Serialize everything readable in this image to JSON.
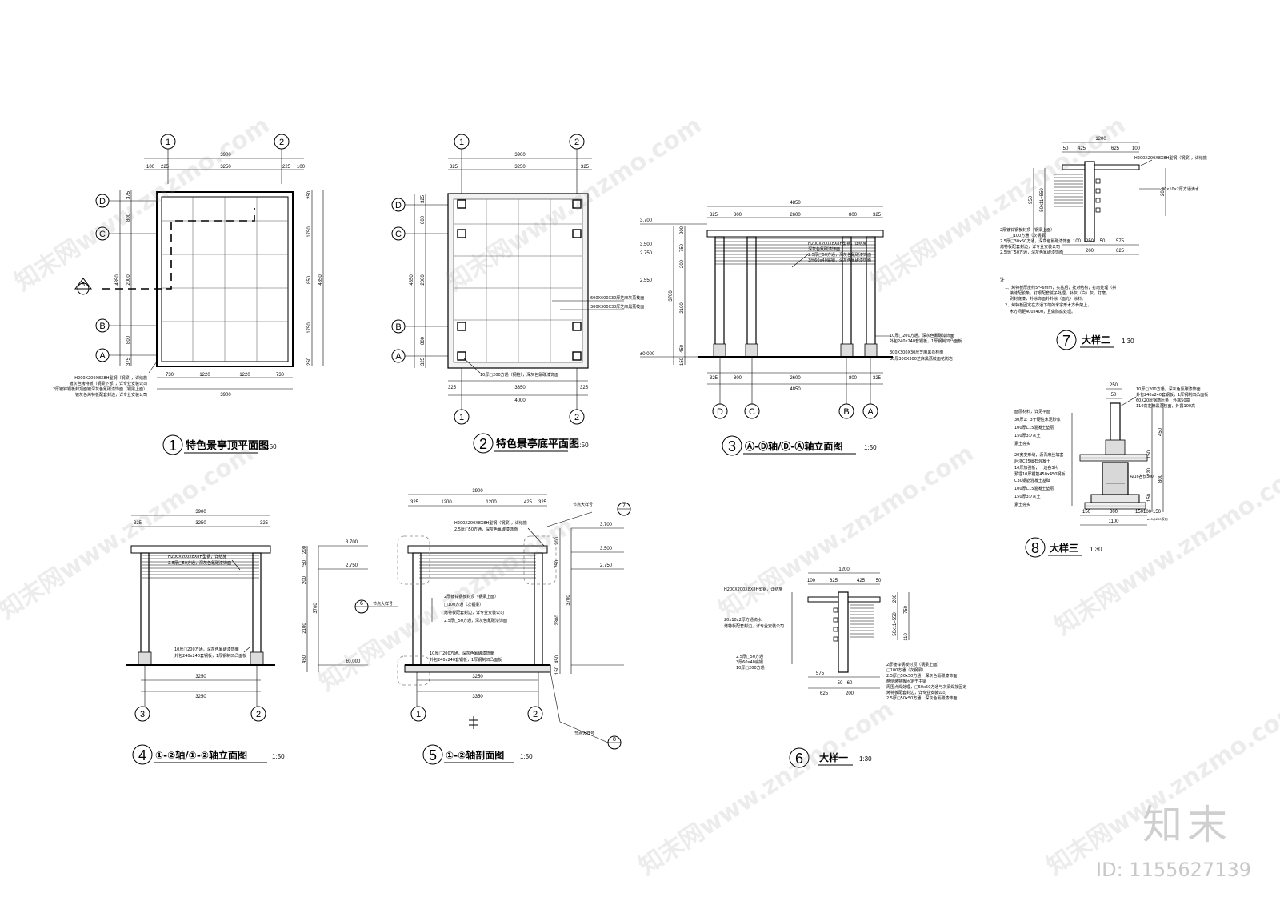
{
  "drawings": [
    {
      "number": "1",
      "title": "特色景亭顶平面图",
      "scale": "1:50"
    },
    {
      "number": "2",
      "title": "特色景亭底平面图",
      "scale": "1:50"
    },
    {
      "number": "3",
      "title": "Ⓐ-Ⓓ轴/Ⓓ-Ⓐ轴立面图",
      "scale": "1:50"
    },
    {
      "number": "4",
      "title": "①-②轴/①-②轴立面图",
      "scale": "1:50"
    },
    {
      "number": "5",
      "title": "①-②轴剖面图",
      "scale": "1:50"
    },
    {
      "number": "6",
      "title": "大样一",
      "scale": "1:30"
    },
    {
      "number": "7",
      "title": "大样二",
      "scale": "1:30"
    },
    {
      "number": "8",
      "title": "大样三",
      "scale": "1:30"
    }
  ],
  "axes": {
    "one": "1",
    "two": "2",
    "three": "3",
    "A": "A",
    "B": "B",
    "C": "C",
    "D": "D"
  },
  "plan1": {
    "dims_top": [
      "3900",
      "100",
      "225",
      "3250",
      "225",
      "100"
    ],
    "dims_bottom": [
      "730",
      "1220",
      "1220",
      "730",
      "3900"
    ],
    "dims_left": [
      "375",
      "800",
      "2000",
      "800",
      "375",
      "4850"
    ],
    "dims_right": [
      "250",
      "1750",
      "850",
      "1750",
      "250",
      "4850"
    ],
    "section_mark": "5",
    "notes": [
      "H200X200X8X8H型钢（钢梁），详结施",
      "镀灰色烤特板（钢梁下部），详专业安装公司",
      "2厚镀锌钢板封顶面镀深灰色氟碳漆饰面（钢梁上面）",
      "镀灰色烤特板配套封边，详专业安装公司"
    ]
  },
  "plan2": {
    "dims_top": [
      "3900",
      "325",
      "3250",
      "325"
    ],
    "dims_bottom": [
      "325",
      "3350",
      "325",
      "4000"
    ],
    "dims_left": [
      "325",
      "800",
      "2000",
      "800",
      "325",
      "4850"
    ],
    "notes": [
      "600X600X30厚芝麻灰荔枝面",
      "300X300X30厚芝麻黑荔枝面",
      "10厚□200方通（钢柱），深灰色氟碳漆饰面"
    ]
  },
  "elev3": {
    "dims_top": [
      "4850",
      "325",
      "800",
      "2600",
      "800",
      "325"
    ],
    "dims_bottom": [
      "325",
      "800",
      "2600",
      "800",
      "325",
      "4850"
    ],
    "levels": [
      "3.700",
      "3.500",
      "2.750",
      "2.550",
      "±0.000"
    ],
    "dims_v": [
      "200",
      "750",
      "200",
      "3700",
      "2100",
      "450",
      "150"
    ],
    "notes": [
      "H200X200X8X8H型钢，详结施",
      "深灰色氟碳漆饰面",
      "2.5厚□50方通，深灰色氟碳漆饰面",
      "3厚60x40扁钢，深灰色氟碳漆饰面",
      "10厚□200方通，深灰色氟碳漆饰面",
      "外包240x240套钢板，1厚钢制凹凸面板",
      "300X300X30厚芝麻黑荔枝面",
      "30厚300X300芝麻黑荔枝面花岗岩"
    ]
  },
  "elev4": {
    "dims_top": [
      "3900",
      "325",
      "3250",
      "325"
    ],
    "dims_bottom": [
      "3250",
      "3250"
    ],
    "levels": [
      "3.700",
      "2.750",
      "±0.000"
    ],
    "dims_v": [
      "200",
      "750",
      "200",
      "3700",
      "2100",
      "450"
    ],
    "notes": [
      "H200X200X8X8H型钢，详结施",
      "2.5厚□50方通，深灰色氟碳漆饰面",
      "10厚□200方通，深灰色氟碳漆饰面",
      "外包240x240套钢板，1厚钢制凹凸面板"
    ]
  },
  "sect5": {
    "dims_top": [
      "3900",
      "325",
      "1200",
      "1200",
      "425",
      "325"
    ],
    "dims_bottom": [
      "3250",
      "3350"
    ],
    "levels": [
      "3.700",
      "3.500",
      "2.750"
    ],
    "dims_v": [
      "200",
      "750",
      "3700",
      "2300",
      "450",
      "150"
    ],
    "detail_ref_6": "6",
    "detail_ref_7": "7",
    "detail_ref_8": "8",
    "ref_label": "节点大样号",
    "notes": [
      "H200X200X8X8H型钢（钢梁），详结施",
      "2.5厚□50方通，深灰色氟碳漆饰面",
      "2厚镀锌钢板封顶（钢梁上面）",
      "□100方通（次钢梁）",
      "烤特板配套封边，详专业安装公司",
      "2.5厚□50方通，深灰色氟碳漆饰面",
      "10厚□200方通，深灰色氟碳漆饰面",
      "外包240x240套钢板，1厚钢制凹凸面板"
    ]
  },
  "detail6": {
    "dims_top": [
      "1200",
      "100",
      "625",
      "425",
      "50"
    ],
    "dims_bottom": [
      "575",
      "50",
      "60",
      "625",
      "200"
    ],
    "dims_v": [
      "200",
      "750",
      "50x11=550",
      "110"
    ],
    "notes_left": [
      "H200X200X8X8H型钢，详结施",
      "20x10x2厚方通滴水",
      "烤特板配套封边，详专业安装公司",
      "2.5厚□50方通",
      "3厚60x40扁钢",
      "10厚□200方通"
    ],
    "notes_right": [
      "2厚镀锌钢板封顶（钢梁上面）",
      "□100方通（次钢梁）",
      "2.5厚□50x50方通，深灰色氟碳漆饰面",
      "两侧烤特板固定于主梁",
      "周围点焊处理，□50x50方通与次梁焊接固定",
      "烤特板配套封边，详专业安装公司",
      "2.5厚□50x50方通，深灰色氟碳漆饰面"
    ]
  },
  "detail7": {
    "dims_top": [
      "1200",
      "50",
      "425",
      "625",
      "100"
    ],
    "dims_bottom": [
      "100",
      "250",
      "50",
      "575",
      "200",
      "625"
    ],
    "dims_v": [
      "50x11=550",
      "950",
      "200"
    ],
    "notes": [
      "H200X200X8X8H型钢（钢梁），详结施",
      "20x10x2厚方通滴水",
      "2厚镀锌钢板封顶（钢梁上面）",
      "□100方通（次钢梁）",
      "2.5厚□30x50方通，深灰色氟碳漆饰面",
      "烤特板配套封边，详专业安装公司",
      "2.5厚□50方通，深灰色氟碳漆饰面"
    ],
    "remarks_title": "注：",
    "remarks": [
      "1、烤特板厚度约5～6mm，实基后，批对结构，打磨处理（拼",
      "接缝配胶条，钉眼配套腻子处理，补灰（白）灰，打磨，",
      "刷封底漆，外涂饰面外外涂（面光）涂料。",
      "2、烤特板固定在方通下端的米字形木方骨架上，",
      "木方间距400x400，且做防腐处理。"
    ]
  },
  "detail8": {
    "dims_top": [
      "250",
      "50"
    ],
    "dims_bottom": [
      "150",
      "800",
      "150",
      "1100",
      "100",
      "150"
    ],
    "dims_v": [
      "450",
      "150",
      "220",
      "800",
      "150"
    ],
    "notes_left": [
      "面层材料，详见平面",
      "30厚1：3干硬性水泥砂浆",
      "100厚C15混凝土垫层",
      "150厚3:7灰土",
      "素土夯实",
      "20宽变形缝，沥青麻丝填塞",
      "后浇C25细石混凝土",
      "10厚加强板，一边各3片",
      "预埋10厚钢筋450x450钢板",
      "C30钢筋混凝土基础",
      "100厚C15混凝土垫层",
      "150厚3:7灰土",
      "素土夯实"
    ],
    "notes_right": [
      "10厚□200方通，深灰色氟碳漆饰面",
      "外包240x240套钢板，1厚钢制凹凸面板",
      "60X20厚钢筋压条，外露50高",
      "110高芝麻黑荔枝面，外露100高"
    ],
    "rebar": "4⌀16各长300",
    "bottom_note": "⌀10@200双向"
  },
  "watermarks": [
    "知末网www.znzmo.com"
  ],
  "brand": "知末",
  "id_label": "ID: 1155627139"
}
